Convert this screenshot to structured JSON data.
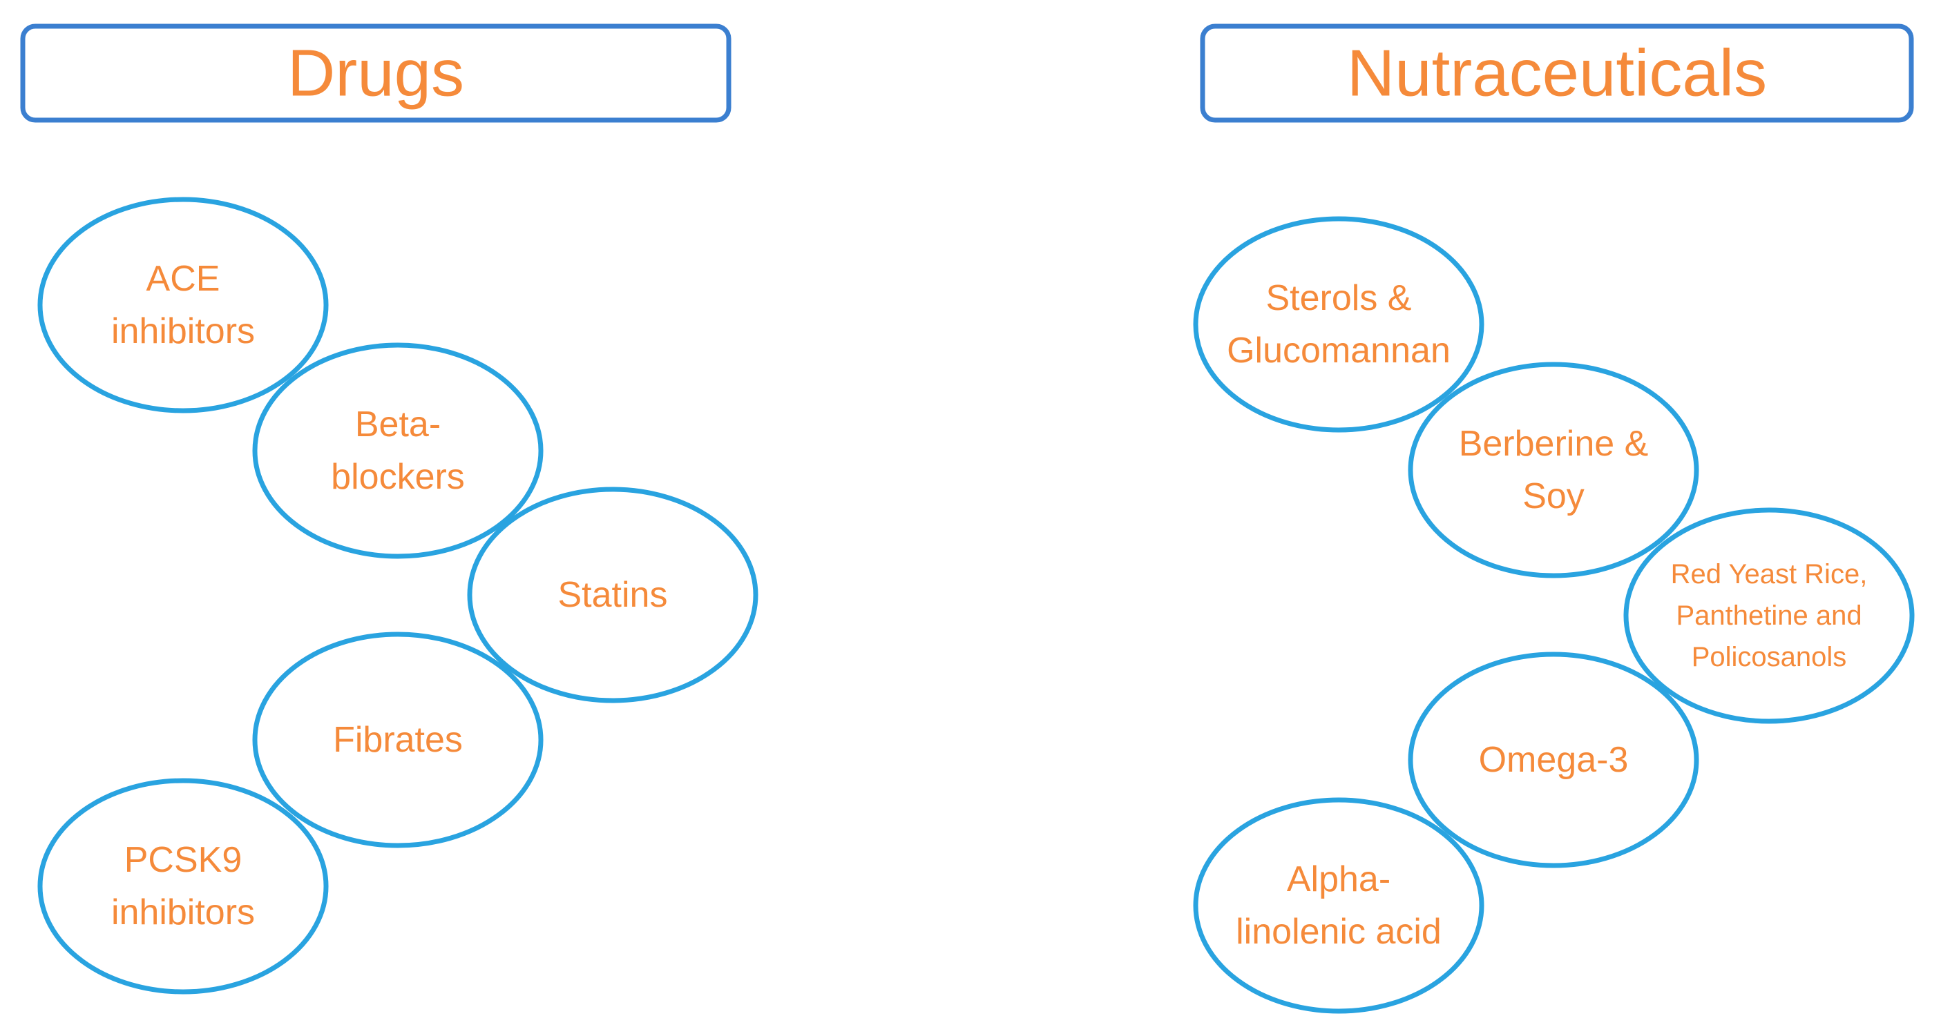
{
  "colors": {
    "header_border": "#3b7fd0",
    "ellipse_border": "#29a3e0",
    "text": "#f58a3a",
    "background": "#ffffff"
  },
  "headers": {
    "drugs": "Drugs",
    "nutraceuticals": "Nutraceuticals"
  },
  "drugs": [
    {
      "lines": [
        "ACE",
        "inhibitors"
      ]
    },
    {
      "lines": [
        "Beta-",
        "blockers"
      ]
    },
    {
      "lines": [
        "Statins"
      ]
    },
    {
      "lines": [
        "Fibrates"
      ]
    },
    {
      "lines": [
        "PCSK9",
        "inhibitors"
      ]
    }
  ],
  "nutraceuticals": [
    {
      "lines": [
        "Sterols &",
        "Glucomannan"
      ]
    },
    {
      "lines": [
        "Berberine &",
        "Soy"
      ]
    },
    {
      "lines": [
        "Red Yeast Rice,",
        "Panthetine and",
        "Policosanols"
      ]
    },
    {
      "lines": [
        "Omega-3"
      ]
    },
    {
      "lines": [
        "Alpha-",
        "linolenic acid"
      ]
    }
  ]
}
